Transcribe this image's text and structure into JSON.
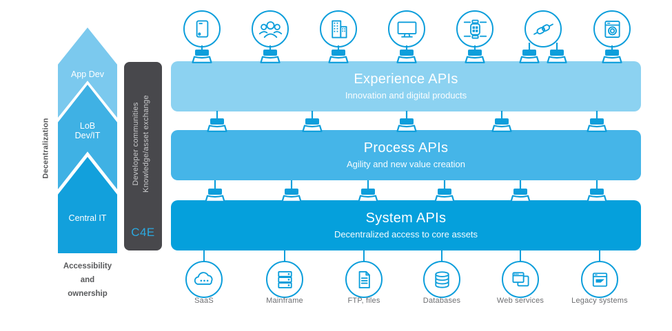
{
  "colors": {
    "stroke_blue": "#0D9EDB",
    "experience_bar": "#8CD2F1",
    "process_bar": "#45B5E8",
    "system_bar": "#05A0DC",
    "chevron_app_dev": "#7BC9EE",
    "chevron_lob": "#3FB1E4",
    "chevron_central": "#12A0DC",
    "dark_bar": "#48484C",
    "dark_bar_text": "#C9CACC",
    "c4e_text": "#2BA9E0",
    "gray_text": "#58595B",
    "caption_text": "#6D6E71"
  },
  "left_panel": {
    "axis_label": "Decentralization",
    "chevrons": [
      {
        "label": "App Dev"
      },
      {
        "label": "LoB\nDev/IT"
      },
      {
        "label": "Central IT"
      }
    ],
    "footer_label": "Accessibility\nand\nownership"
  },
  "c4e_pillar": {
    "rotated_label": "Developer communities\nKnowledge/asset exchange",
    "badge": "C4E"
  },
  "layers": [
    {
      "title": "Experience APIs",
      "subtitle": "Innovation and digital products"
    },
    {
      "title": "Process APIs",
      "subtitle": "Agility and new value creation"
    },
    {
      "title": "System APIs",
      "subtitle": "Decentralized access to core assets"
    }
  ],
  "top_icons": [
    {
      "icon": "tablet-icon"
    },
    {
      "icon": "community-icon"
    },
    {
      "icon": "buildings-icon"
    },
    {
      "icon": "monitor-icon"
    },
    {
      "icon": "smartwatch-icon"
    },
    {
      "icon": "handshake-icon"
    },
    {
      "icon": "appliance-icon"
    }
  ],
  "bottom_icons": [
    {
      "icon": "cloud-icon",
      "label": "SaaS"
    },
    {
      "icon": "server-icon",
      "label": "Mainframe"
    },
    {
      "icon": "file-icon",
      "label": "FTP, files"
    },
    {
      "icon": "database-icon",
      "label": "Databases"
    },
    {
      "icon": "browser-windows-icon",
      "label": "Web services"
    },
    {
      "icon": "legacy-app-icon",
      "label": "Legacy systems"
    }
  ]
}
